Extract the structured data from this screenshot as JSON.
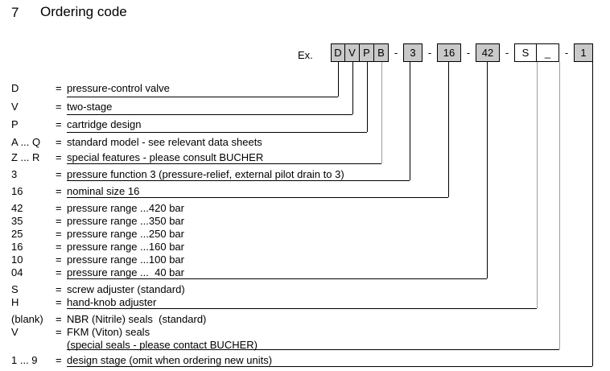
{
  "heading": {
    "number": "7",
    "title": "Ordering code"
  },
  "example": {
    "label": "Ex.",
    "separator": "-",
    "boxes": [
      {
        "text": "D",
        "filled": true
      },
      {
        "text": "V",
        "filled": true
      },
      {
        "text": "P",
        "filled": true
      },
      {
        "text": "B",
        "filled": true
      },
      {
        "text": "3",
        "filled": true
      },
      {
        "text": "16",
        "filled": true
      },
      {
        "text": "42",
        "filled": true
      },
      {
        "text": "S",
        "filled": false
      },
      {
        "text": "_",
        "filled": false
      },
      {
        "text": "1",
        "filled": true
      }
    ],
    "colors": {
      "box_fill": "#c9c9c9",
      "box_fill_empty": "#ffffff",
      "border": "#000000",
      "leader_grey": "#9d9d9d"
    }
  },
  "legend": {
    "equals": "=",
    "rows": [
      {
        "key": "D",
        "desc": "pressure-control valve"
      },
      {
        "key": "V",
        "desc": "two-stage"
      },
      {
        "key": "P",
        "desc": "cartridge design"
      },
      {
        "key": "A ... Q",
        "desc": "standard model - see relevant data sheets"
      },
      {
        "key": "Z ... R",
        "desc": "special features - please consult BUCHER"
      },
      {
        "key": "3",
        "desc": "pressure function 3 (pressure-relief, external pilot drain to 3)"
      },
      {
        "key": "16",
        "desc": "nominal size 16"
      },
      {
        "key": "42",
        "desc": "pressure range ...420 bar"
      },
      {
        "key": "35",
        "desc": "pressure range ...350 bar"
      },
      {
        "key": "25",
        "desc": "pressure range ...250 bar"
      },
      {
        "key": "16",
        "desc": "pressure range ...160 bar"
      },
      {
        "key": "10",
        "desc": "pressure range ...100 bar"
      },
      {
        "key": "04",
        "desc": "pressure range ...  40 bar"
      },
      {
        "key": "S",
        "desc": "screw adjuster (standard)"
      },
      {
        "key": "H",
        "desc": "hand-knob adjuster"
      },
      {
        "key": "(blank)",
        "desc": "NBR (Nitrile) seals  (standard)"
      },
      {
        "key": "V",
        "desc": "FKM (Viton) seals"
      },
      {
        "key": "",
        "desc": "(special seals - please contact BUCHER)"
      },
      {
        "key": "1 ... 9",
        "desc": "design stage (omit when ordering new units)"
      }
    ]
  }
}
